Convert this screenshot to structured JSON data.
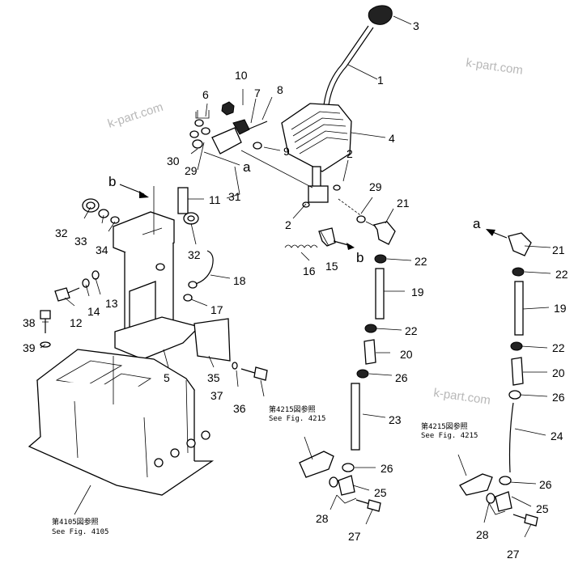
{
  "watermark": "k-part.com",
  "callouts": [
    "1",
    "2",
    "3",
    "4",
    "5",
    "6",
    "7",
    "8",
    "9",
    "10",
    "11",
    "12",
    "13",
    "14",
    "15",
    "16",
    "17",
    "18",
    "19",
    "20",
    "21",
    "22",
    "23",
    "24",
    "25",
    "26",
    "27",
    "28",
    "29",
    "30",
    "31",
    "32",
    "33",
    "34",
    "35",
    "36",
    "37",
    "38",
    "39"
  ],
  "ref_letters": {
    "a": "a",
    "b": "b"
  },
  "references": {
    "fig4215_jp": "第4215図参照",
    "fig4215_en": "See  Fig. 4215",
    "fig4105_jp": "第4105図参照",
    "fig4105_en": "See  Fig. 4105"
  }
}
